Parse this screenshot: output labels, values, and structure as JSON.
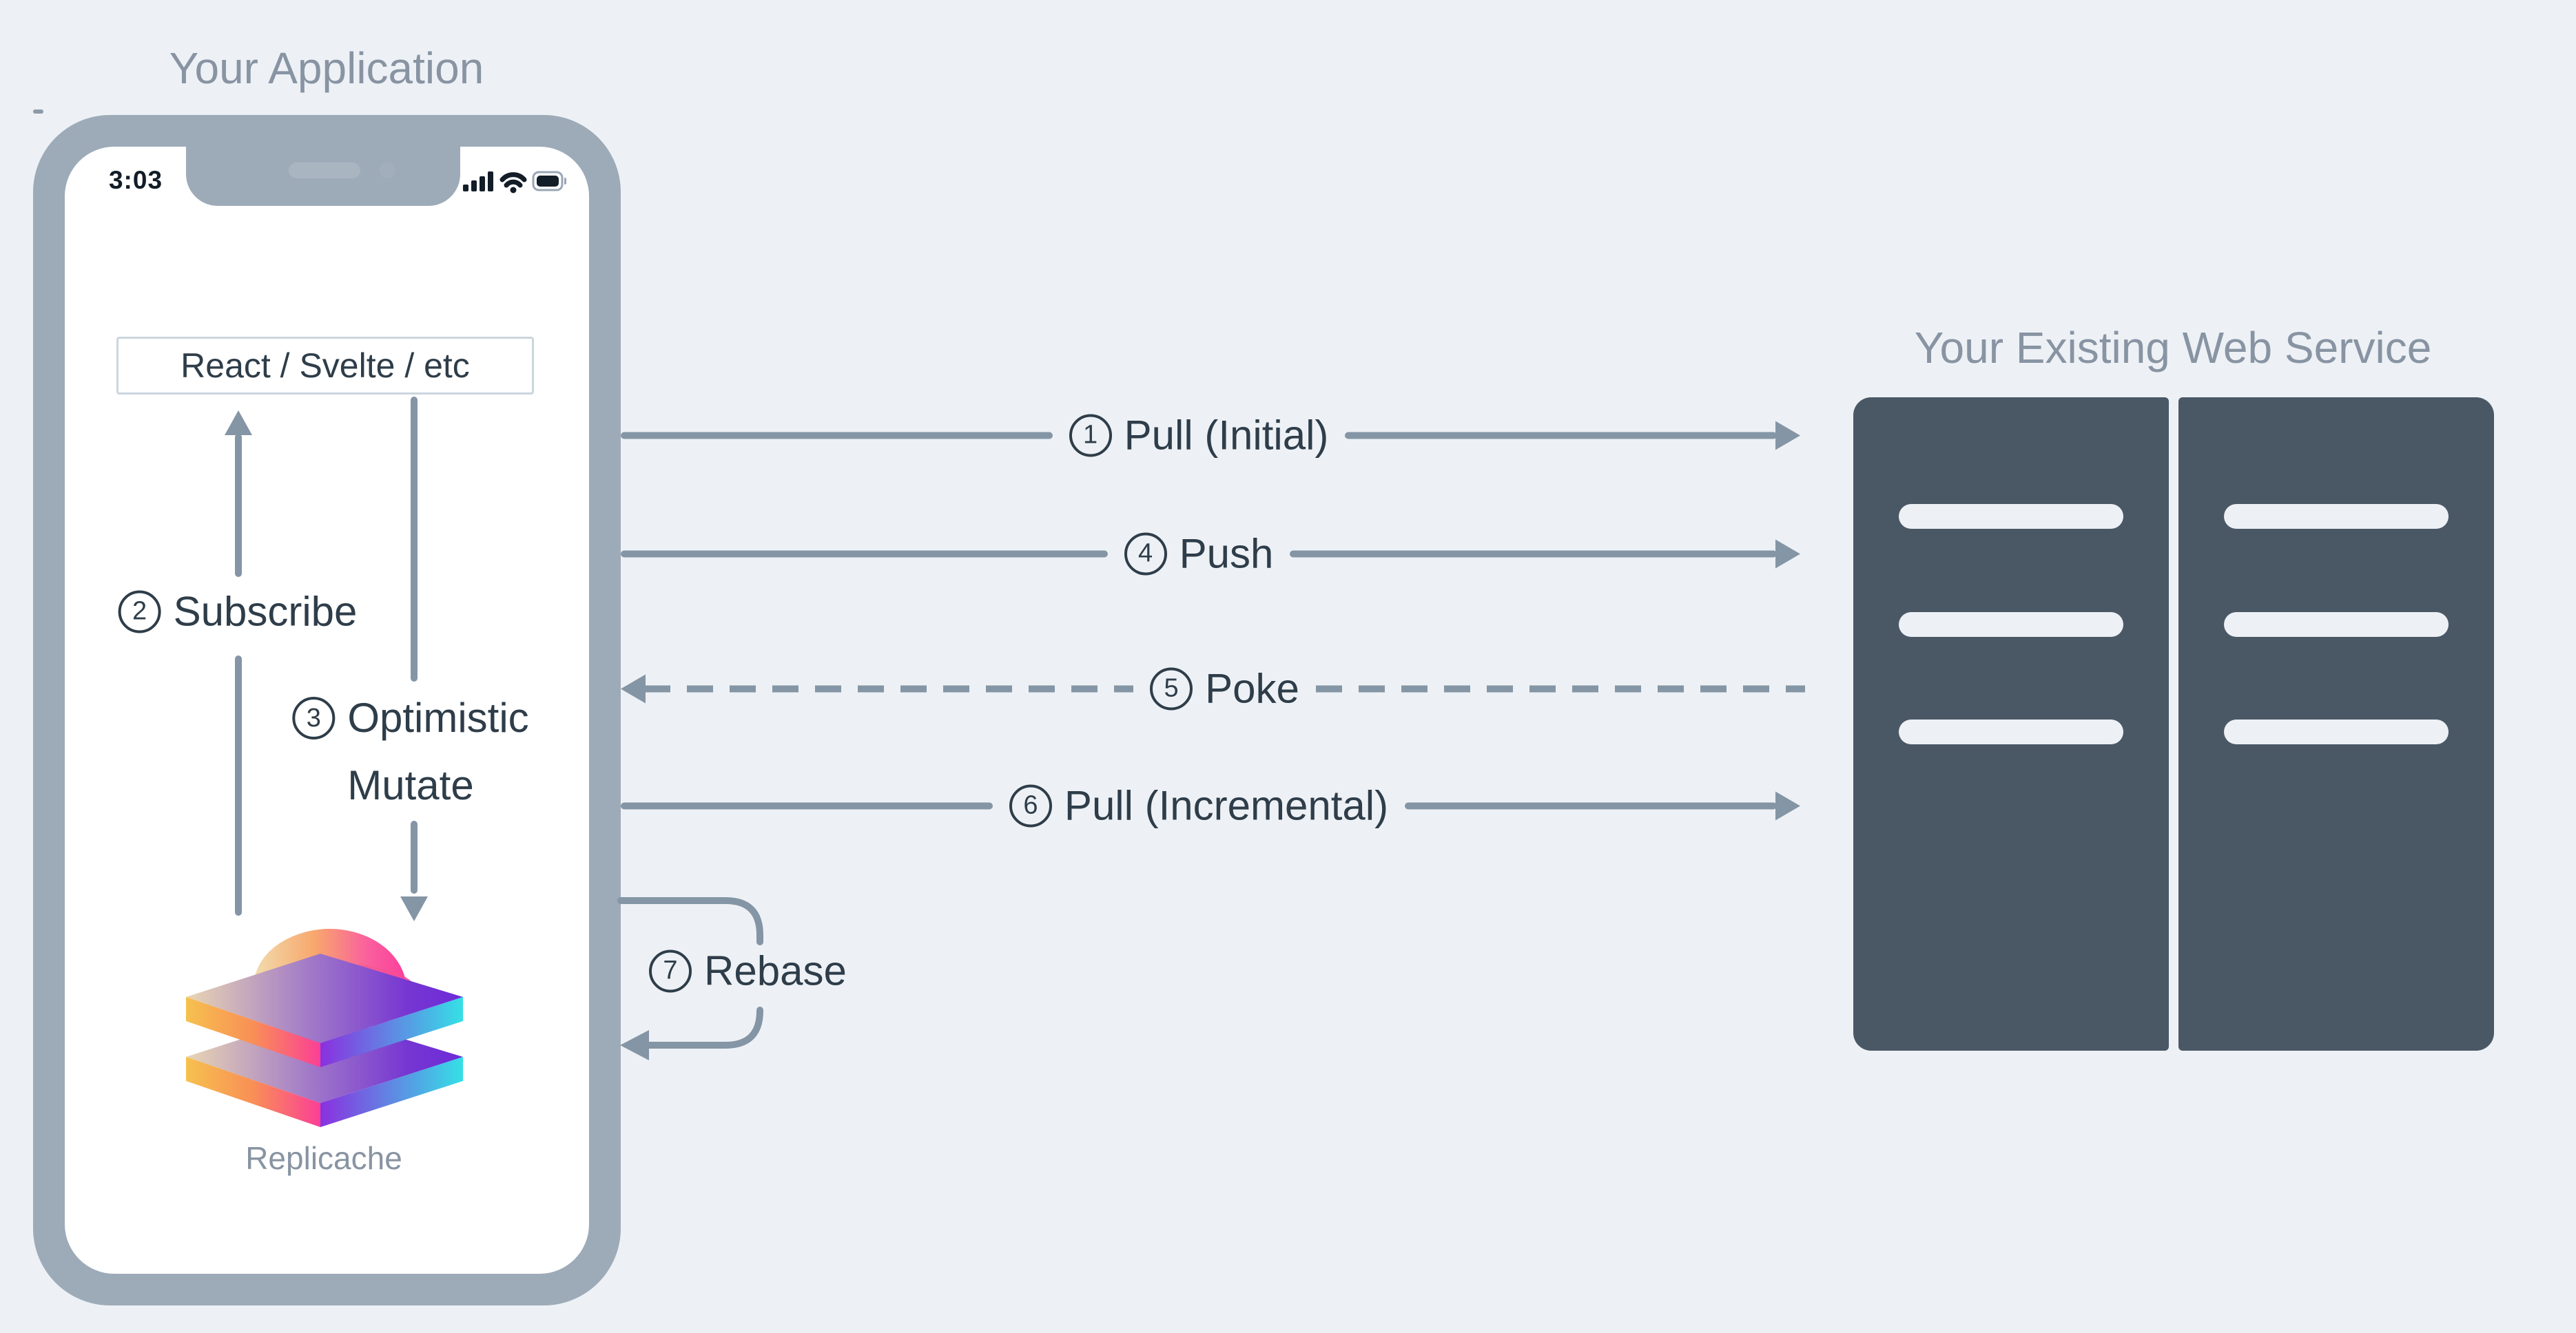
{
  "app_title": "Your Application",
  "server_title": "Your Existing Web Service",
  "phone": {
    "status_time": "3:03",
    "status_icons": [
      "signal-bars-icon",
      "wifi-icon",
      "battery-icon"
    ],
    "framework_box": "React / Svelte / etc",
    "logo": "replicache-logo",
    "logo_caption": "Replicache"
  },
  "flows": [
    {
      "num": "1",
      "label": "Pull (Initial)",
      "direction": "right",
      "style": "solid"
    },
    {
      "num": "2",
      "label": "Subscribe",
      "direction": "up",
      "style": "solid"
    },
    {
      "num": "3",
      "label_line1": "Optimistic",
      "label_line2": "Mutate",
      "direction": "down",
      "style": "solid"
    },
    {
      "num": "4",
      "label": "Push",
      "direction": "right",
      "style": "solid"
    },
    {
      "num": "5",
      "label": "Poke",
      "direction": "left",
      "style": "dashed"
    },
    {
      "num": "6",
      "label": "Pull (Incremental)",
      "direction": "right",
      "style": "solid"
    },
    {
      "num": "7",
      "label": "Rebase",
      "direction": "loop",
      "style": "solid"
    }
  ],
  "server": {
    "racks": 2,
    "slots_per_rack": 3
  },
  "colors": {
    "background": "#edf1f5",
    "phone_frame": "#9dabb8",
    "arrow_gray": "#8495a5",
    "text_dark": "#2f3e4b",
    "caption_gray": "#8894a3",
    "rack_fill": "#4a5866",
    "logo_orange": "#f7a76c",
    "logo_pink": "#fa3f9b",
    "logo_purple": "#7636d2",
    "logo_cyan": "#35e0e6"
  }
}
